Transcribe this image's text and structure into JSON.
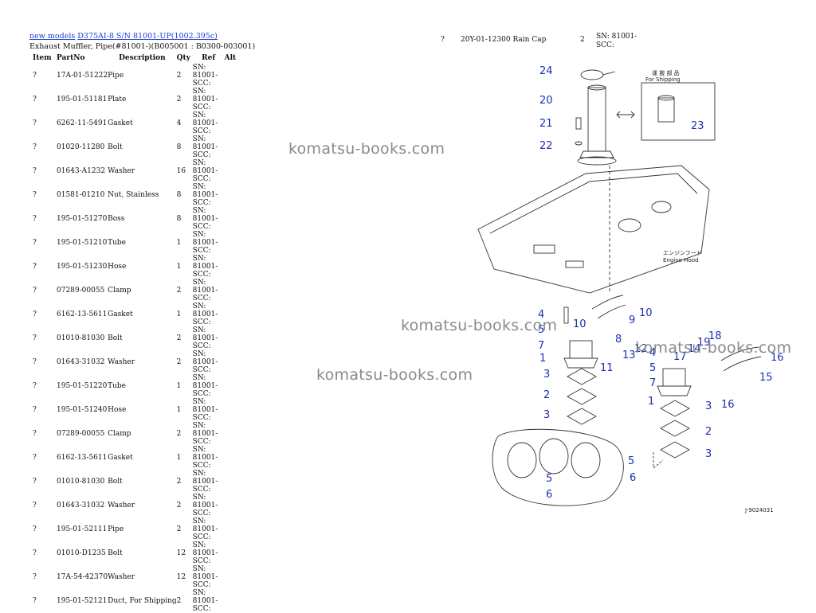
{
  "breadcrumb": {
    "link1": "new models",
    "link2": "D375AI-8 S/N 81001-UP(1002.395c)"
  },
  "title": "Exhaust Muffler, Pipe(#81001-)(B005001 : B0300-003001)",
  "columns": {
    "item": "Item",
    "partno": "PartNo",
    "desc": "Description",
    "qty": "Qty",
    "ref": "Ref",
    "alt": "Alt"
  },
  "rows": [
    {
      "item": "?",
      "partno": "17A-01-51222",
      "desc": "Pipe",
      "qty": "2",
      "ref": "SN: 81001-SCC:"
    },
    {
      "item": "?",
      "partno": "195-01-51181",
      "desc": "Plate",
      "qty": "2",
      "ref": "SN: 81001-SCC:"
    },
    {
      "item": "?",
      "partno": "6262-11-5491",
      "desc": "Gasket",
      "qty": "4",
      "ref": "SN: 81001-SCC:"
    },
    {
      "item": "?",
      "partno": "01020-11280",
      "desc": "Bolt",
      "qty": "8",
      "ref": "SN: 81001-SCC:"
    },
    {
      "item": "?",
      "partno": "01643-A1232",
      "desc": "Washer",
      "qty": "16",
      "ref": "SN: 81001-SCC:"
    },
    {
      "item": "?",
      "partno": "01581-01210",
      "desc": "Nut, Stainless",
      "qty": "8",
      "ref": "SN: 81001-SCC:"
    },
    {
      "item": "?",
      "partno": "195-01-51270",
      "desc": "Boss",
      "qty": "8",
      "ref": "SN: 81001-SCC:"
    },
    {
      "item": "?",
      "partno": "195-01-51210",
      "desc": "Tube",
      "qty": "1",
      "ref": "SN: 81001-SCC:"
    },
    {
      "item": "?",
      "partno": "195-01-51230",
      "desc": "Hose",
      "qty": "1",
      "ref": "SN: 81001-SCC:"
    },
    {
      "item": "?",
      "partno": "07289-00055",
      "desc": "Clamp",
      "qty": "2",
      "ref": "SN: 81001-SCC:"
    },
    {
      "item": "?",
      "partno": "6162-13-5611",
      "desc": "Gasket",
      "qty": "1",
      "ref": "SN: 81001-SCC:"
    },
    {
      "item": "?",
      "partno": "01010-81030",
      "desc": "Bolt",
      "qty": "2",
      "ref": "SN: 81001-SCC:"
    },
    {
      "item": "?",
      "partno": "01643-31032",
      "desc": "Washer",
      "qty": "2",
      "ref": "SN: 81001-SCC:"
    },
    {
      "item": "?",
      "partno": "195-01-51220",
      "desc": "Tube",
      "qty": "1",
      "ref": "SN: 81001-SCC:"
    },
    {
      "item": "?",
      "partno": "195-01-51240",
      "desc": "Hose",
      "qty": "1",
      "ref": "SN: 81001-SCC:"
    },
    {
      "item": "?",
      "partno": "07289-00055",
      "desc": "Clamp",
      "qty": "2",
      "ref": "SN: 81001-SCC:"
    },
    {
      "item": "?",
      "partno": "6162-13-5611",
      "desc": "Gasket",
      "qty": "1",
      "ref": "SN: 81001-SCC:"
    },
    {
      "item": "?",
      "partno": "01010-81030",
      "desc": "Bolt",
      "qty": "2",
      "ref": "SN: 81001-SCC:"
    },
    {
      "item": "?",
      "partno": "01643-31032",
      "desc": "Washer",
      "qty": "2",
      "ref": "SN: 81001-SCC:"
    },
    {
      "item": "?",
      "partno": "195-01-52111",
      "desc": "Pipe",
      "qty": "2",
      "ref": "SN: 81001-SCC:"
    },
    {
      "item": "?",
      "partno": "01010-D1235",
      "desc": "Bolt",
      "qty": "12",
      "ref": "SN: 81001-SCC:"
    },
    {
      "item": "?",
      "partno": "17A-54-42370",
      "desc": "Washer",
      "qty": "12",
      "ref": "SN: 81001-SCC:"
    },
    {
      "item": "?",
      "partno": "195-01-52121",
      "desc": "Duct, For Shipping",
      "qty": "2",
      "ref": "SN: 81001-SCC:"
    }
  ],
  "extra_row": {
    "item": "?",
    "partno": "20Y-01-12300",
    "desc": "Rain Cap",
    "qty": "2",
    "ref": "SN: 81001-SCC:"
  },
  "watermarks": [
    "komatsu-books.com",
    "komatsu-books.com",
    "komatsu-books.com",
    "komatsu-books.com"
  ],
  "diagram": {
    "labels": [
      "24",
      "20",
      "21",
      "22",
      "23",
      "10",
      "9",
      "4",
      "5",
      "7",
      "10",
      "8",
      "11",
      "13",
      "12",
      "4",
      "5",
      "7",
      "14",
      "19",
      "18",
      "17",
      "16",
      "15",
      "1",
      "3",
      "2",
      "3",
      "1",
      "16",
      "3",
      "2",
      "3",
      "5",
      "5",
      "6",
      "6"
    ],
    "jp_shipping": "運 搬 部 品",
    "en_shipping": "For Shipping",
    "jp_hood": "エンジンフード",
    "en_hood": "Engine Hood",
    "figure_code": "J-9024031"
  },
  "colors": {
    "link": "#1a3fcf",
    "callout": "#1a2fb5",
    "watermark": "#8a8a8a"
  }
}
